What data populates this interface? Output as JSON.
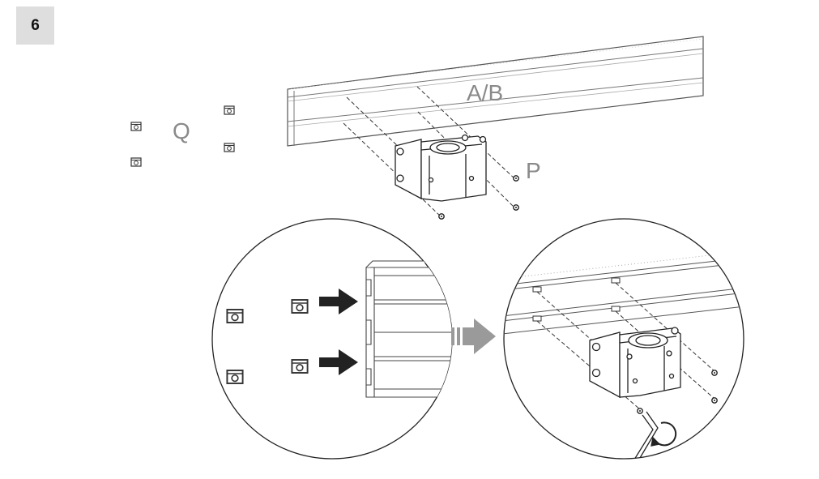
{
  "step": {
    "number": "6"
  },
  "labels": {
    "rail": "A/B",
    "nuts": "Q",
    "screws": "P"
  }
}
